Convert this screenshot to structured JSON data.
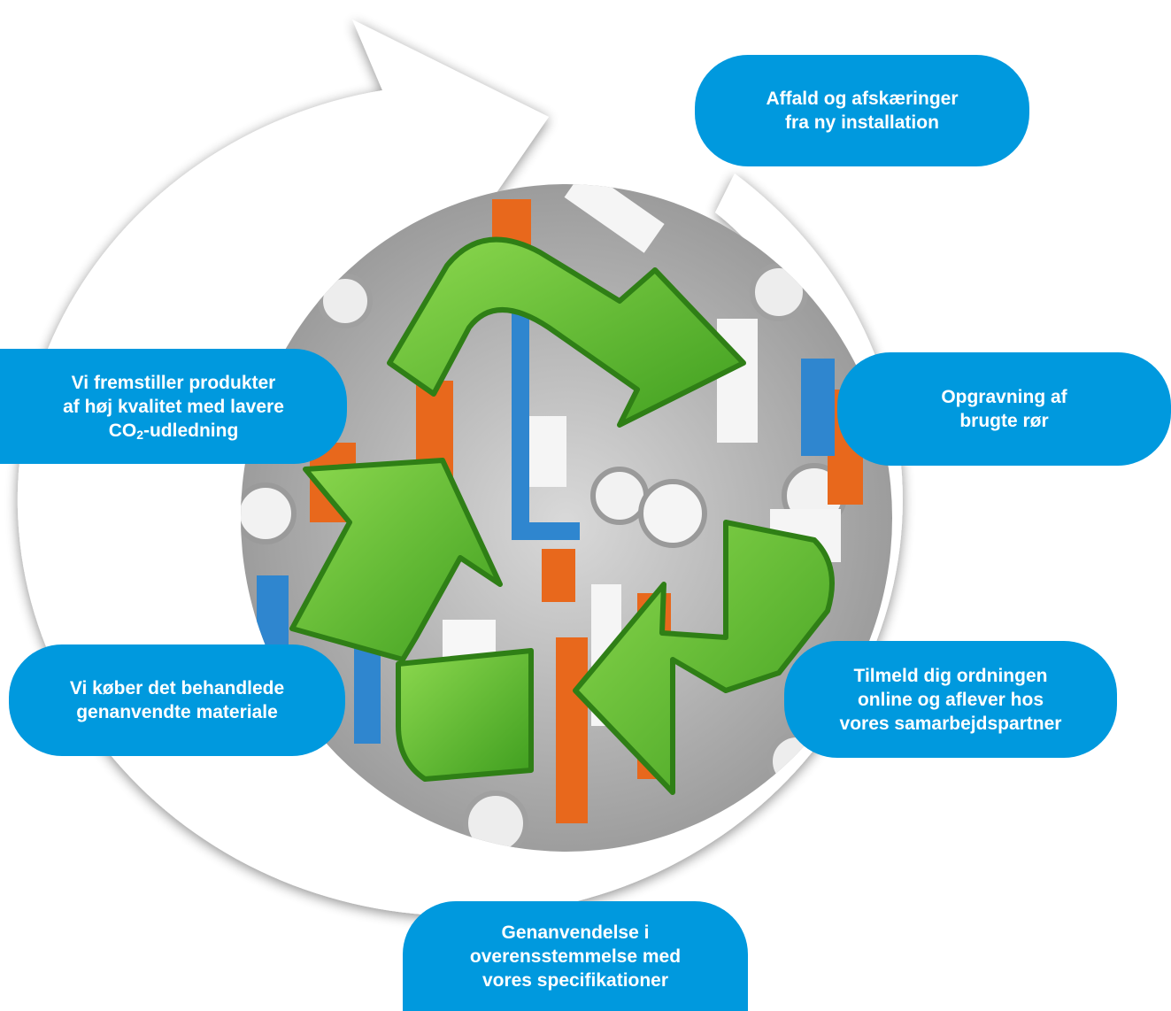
{
  "colors": {
    "bubble": "#0099de",
    "ring": "#ffffff",
    "ring_shadow": "#b8b8b8",
    "photo_background": "#cfcfcf",
    "recycle_arrows": "#5bbf2e",
    "pipe_orange": "#e8681c",
    "pipe_blue": "#2f86cf",
    "pipe_white": "#f2f2f2"
  },
  "center_image": {
    "icon": "recycle-icon",
    "description_visible": false
  },
  "steps": [
    {
      "id": "waste",
      "lines": [
        "Affald og afskæringer",
        "fra ny installation"
      ]
    },
    {
      "id": "excavation",
      "lines": [
        "Opgravning af",
        "brugte rør"
      ]
    },
    {
      "id": "register",
      "lines": [
        "Tilmeld dig ordningen",
        "online og aflever hos",
        "vores samarbejdspartner"
      ]
    },
    {
      "id": "recycling",
      "lines": [
        "Genanvendelse i",
        "overensstemmelse med",
        "vores specifikationer"
      ]
    },
    {
      "id": "buy",
      "lines": [
        "Vi køber det behandlede",
        "genanvendte materiale"
      ]
    },
    {
      "id": "produce",
      "lines": [
        "Vi fremstiller produkter",
        "af høj kvalitet med lavere"
      ],
      "last_line_prefix": "CO",
      "last_line_subscript": "2",
      "last_line_suffix": "-udledning"
    }
  ]
}
